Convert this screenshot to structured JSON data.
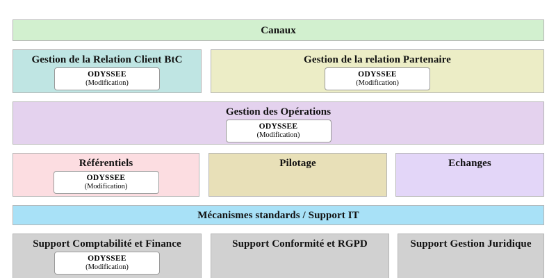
{
  "diagram": {
    "odyssee_chip": {
      "name": "ODYSSEE",
      "state": "(Modification)"
    },
    "rows": [
      {
        "id": "canaux",
        "blocks": [
          {
            "title": "Canaux",
            "color": "#d2f0cf",
            "has_odyssee": false
          }
        ]
      },
      {
        "id": "relation",
        "blocks": [
          {
            "title": "Gestion de la Relation Client BtC",
            "color": "#bfe5e3",
            "has_odyssee": true
          },
          {
            "title": "Gestion de la relation Partenaire",
            "color": "#ecedc6",
            "has_odyssee": true
          }
        ]
      },
      {
        "id": "operations",
        "blocks": [
          {
            "title": "Gestion des Opérations",
            "color": "#e4d2ee",
            "has_odyssee": true
          }
        ]
      },
      {
        "id": "socle",
        "blocks": [
          {
            "title": "Référentiels",
            "color": "#fcdde1",
            "has_odyssee": true
          },
          {
            "title": "Pilotage",
            "color": "#e8e0b8",
            "has_odyssee": false
          },
          {
            "title": "Echanges",
            "color": "#e3d6f8",
            "has_odyssee": false
          }
        ]
      },
      {
        "id": "mecanismes",
        "blocks": [
          {
            "title": "Mécanismes standards / Support IT",
            "color": "#a8e1f7",
            "has_odyssee": false
          }
        ]
      },
      {
        "id": "supports",
        "blocks": [
          {
            "title": "Support Comptabilité et Finance",
            "color": "#d1d1d1",
            "has_odyssee": true
          },
          {
            "title": "Support Conformité et RGPD",
            "color": "#d1d1d1",
            "has_odyssee": false
          },
          {
            "title": "Support Gestion Juridique",
            "color": "#d1d1d1",
            "has_odyssee": false
          }
        ]
      }
    ]
  }
}
